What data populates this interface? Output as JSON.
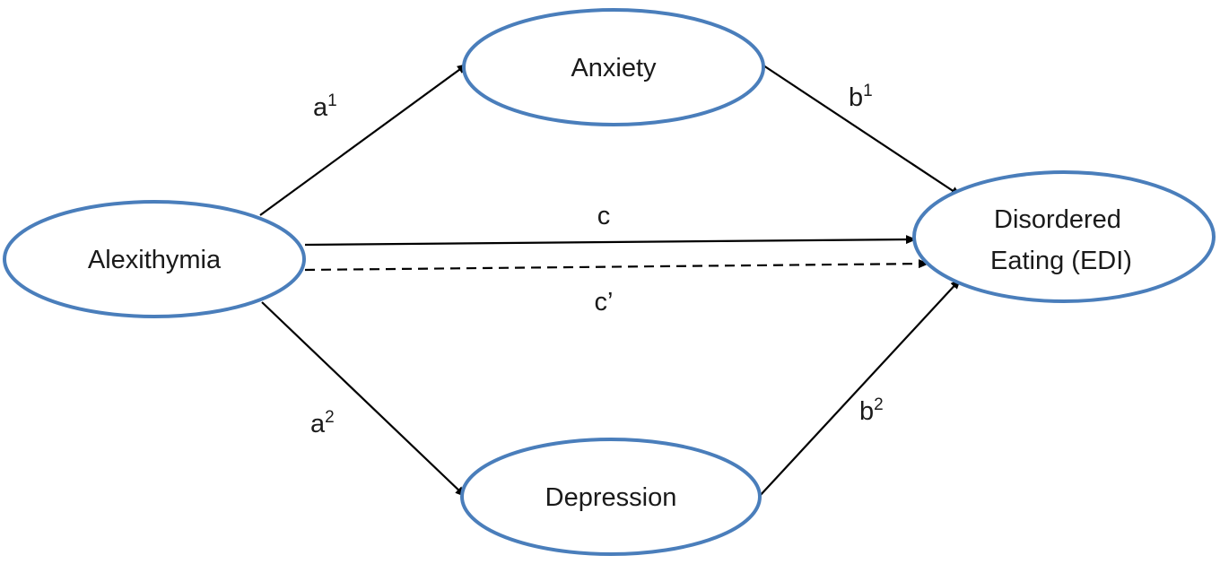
{
  "colors": {
    "node_border": "#4a7ebb",
    "arrow": "#000000",
    "text": "#1a1a1a",
    "background": "#ffffff"
  },
  "nodes": {
    "alexithymia": {
      "label": "Alexithymia"
    },
    "anxiety": {
      "label": "Anxiety"
    },
    "depression": {
      "label": "Depression"
    },
    "disordered_eating": {
      "label_line1": "Disordered",
      "label_line2": "Eating (EDI)"
    }
  },
  "edges": {
    "a1": {
      "label": "a",
      "sup": "1",
      "style": "solid"
    },
    "a2": {
      "label": "a",
      "sup": "2",
      "style": "solid"
    },
    "b1": {
      "label": "b",
      "sup": "1",
      "style": "solid"
    },
    "b2": {
      "label": "b",
      "sup": "2",
      "style": "solid"
    },
    "c": {
      "label": "c",
      "style": "solid"
    },
    "c_prime": {
      "label": "c’",
      "style": "dashed"
    }
  }
}
